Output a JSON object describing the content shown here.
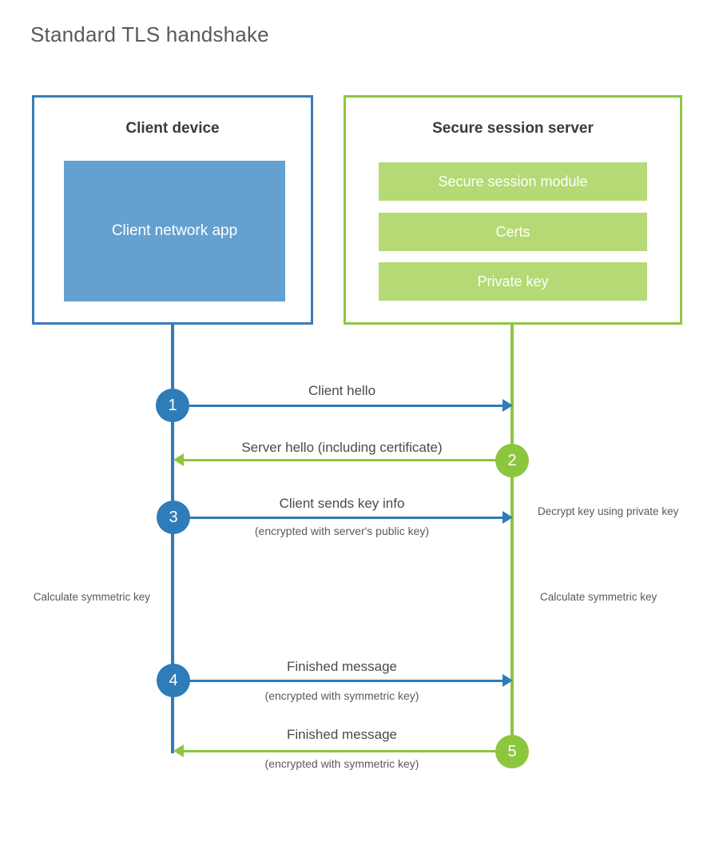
{
  "title": "Standard TLS handshake",
  "colors": {
    "client_border": "#3a7cb8",
    "client_fill": "#64a0d0",
    "server_border": "#8cc63f",
    "server_fill": "#b5d974",
    "client_line": "#2e7cb8",
    "server_line": "#8cc63f",
    "title_text": "#5a5a5a"
  },
  "client": {
    "title": "Client device",
    "app_label": "Client network app"
  },
  "server": {
    "title": "Secure session server",
    "modules": [
      {
        "label": "Secure session module"
      },
      {
        "label": "Certs"
      },
      {
        "label": "Private key"
      }
    ]
  },
  "steps": [
    {
      "number": "1",
      "side": "client",
      "direction": "right",
      "label": "Client hello",
      "sub": ""
    },
    {
      "number": "2",
      "side": "server",
      "direction": "left",
      "label": "Server hello (including certificate)",
      "sub": ""
    },
    {
      "number": "3",
      "side": "client",
      "direction": "right",
      "label": "Client sends key info",
      "sub": "(encrypted with server's public key)"
    },
    {
      "number": "4",
      "side": "client",
      "direction": "right",
      "label": "Finished message",
      "sub": "(encrypted with symmetric key)"
    },
    {
      "number": "5",
      "side": "server",
      "direction": "left",
      "label": "Finished message",
      "sub": "(encrypted with symmetric key)"
    }
  ],
  "notes": {
    "decrypt_key": "Decrypt key using private key",
    "client_calculate": "Calculate symmetric key",
    "server_calculate": "Calculate symmetric key"
  }
}
